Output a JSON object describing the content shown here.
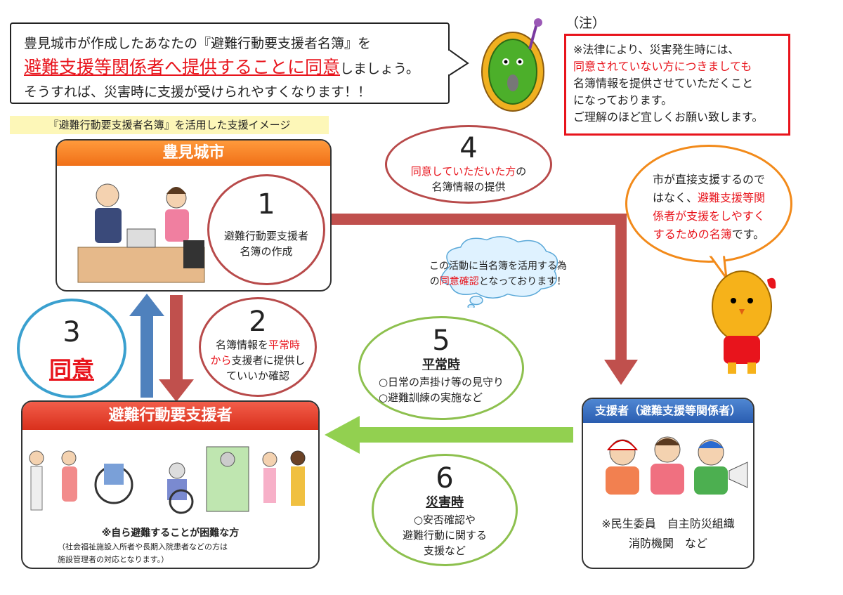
{
  "header": {
    "line1": "豊見城市が作成したあなたの『避難行動要支援者名簿』を",
    "line2_highlight": "避難支援等関係者へ提供することに同意",
    "line2_rest": "しましょう。",
    "line3": "そうすれば、災害時に支援が受けられやすくなります！！"
  },
  "note": {
    "title": "（注）",
    "line1": "※法律により、災害発生時には、",
    "line2_red": "同意されていない方につきましても",
    "line3": "名簿情報を提供させていただくこと",
    "line4": "になっております。",
    "line5": "ご理解のほど宜しくお願い致します。"
  },
  "image_label": "『避難行動要支援者名簿』を活用した支援イメージ",
  "city": {
    "title": "豊見城市"
  },
  "evacuee": {
    "title": "避難行動要支援者",
    "caption": "※自ら避難することが困難な方",
    "note_line1": "（社会福祉施設入所者や長期入院患者などの方は",
    "note_line2": "施設管理者の対応となります。）"
  },
  "supporter": {
    "title": "支援者（避難支援等関係者）",
    "line1": "※民生委員　自主防災組織",
    "line2": "消防機関　など"
  },
  "steps": {
    "s1": {
      "num": "1",
      "line1": "避難行動要支援者",
      "line2": "名簿の作成"
    },
    "s2": {
      "num": "2",
      "line1a": "名簿情報を",
      "line1b": "平常時",
      "line2a": "から",
      "line2b": "支援者に提供し",
      "line3": "ていいか確認"
    },
    "s3": {
      "num": "3",
      "label": "同意"
    },
    "s4": {
      "num": "4",
      "line1a": "同意していただいた方",
      "line1b": "の",
      "line2": "名簿情報の提供"
    },
    "s5": {
      "num": "5",
      "phase": "平常時",
      "item1": "○日常の声掛け等の見守り",
      "item2": "○避難訓練の実施など"
    },
    "s6": {
      "num": "6",
      "phase": "災害時",
      "item1": "○安否確認や",
      "item2": "避難行動に関する",
      "item3": "支援など"
    }
  },
  "cloud": {
    "line1": "この活動に当名簿を活用する為",
    "line2a": "の",
    "line2b": "同意確認",
    "line2c": "となっております！"
  },
  "speech": {
    "line1": "市が直接支援するので",
    "line2a": "はなく、",
    "line2b": "避難支援等関",
    "line3": "係者が支援をしやすく",
    "line4a": "するための名簿",
    "line4b": "です。"
  },
  "colors": {
    "red_text": "#e8141c",
    "orange_header": "#f07018",
    "red_header": "#d9301c",
    "blue_header": "#2a5db0",
    "arrow_dark_red": "#c0504d",
    "arrow_blue": "#4f81bd",
    "arrow_green": "#92d050"
  }
}
